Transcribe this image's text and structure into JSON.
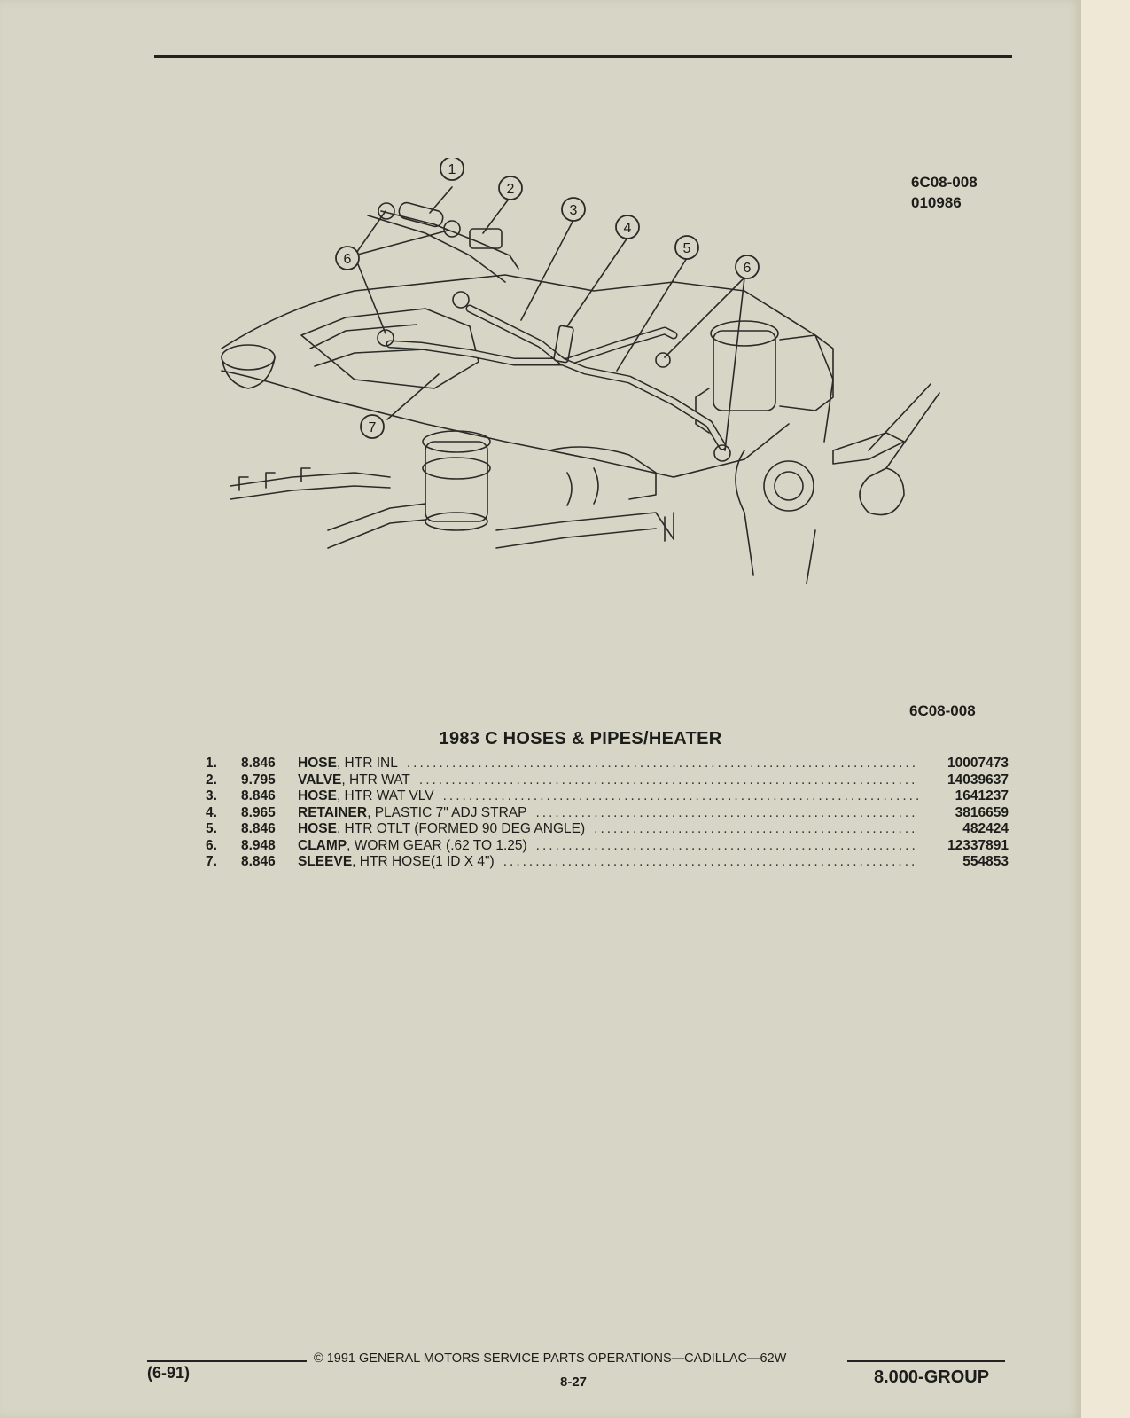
{
  "figure": {
    "ref_code": "6C08-008",
    "ref_date": "010986",
    "callouts": [
      "1",
      "2",
      "3",
      "4",
      "5",
      "6",
      "6",
      "7"
    ],
    "caption_code": "6C08-008"
  },
  "title": "1983 C HOSES & PIPES/HEATER",
  "parts": [
    {
      "num": "1.",
      "group": "8.846",
      "noun": "HOSE",
      "detail": ", HTR INL",
      "part_no": "10007473"
    },
    {
      "num": "2.",
      "group": "9.795",
      "noun": "VALVE",
      "detail": ", HTR WAT",
      "part_no": "14039637"
    },
    {
      "num": "3.",
      "group": "8.846",
      "noun": "HOSE",
      "detail": ", HTR WAT VLV",
      "part_no": "1641237"
    },
    {
      "num": "4.",
      "group": "8.965",
      "noun": "RETAINER",
      "detail": ", PLASTIC 7\" ADJ STRAP",
      "part_no": "3816659"
    },
    {
      "num": "5.",
      "group": "8.846",
      "noun": "HOSE",
      "detail": ", HTR OTLT (FORMED 90 DEG ANGLE)",
      "part_no": "482424"
    },
    {
      "num": "6.",
      "group": "8.948",
      "noun": "CLAMP",
      "detail": ", WORM GEAR (.62 TO 1.25)",
      "part_no": "12337891"
    },
    {
      "num": "7.",
      "group": "8.846",
      "noun": "SLEEVE",
      "detail": ", HTR HOSE(1 ID X 4\")",
      "part_no": "554853"
    }
  ],
  "footer": {
    "left": "(6-91)",
    "center": "© 1991 GENERAL MOTORS SERVICE PARTS OPERATIONS—CADILLAC—62W",
    "page": "8-27",
    "right": "8.000-GROUP"
  }
}
